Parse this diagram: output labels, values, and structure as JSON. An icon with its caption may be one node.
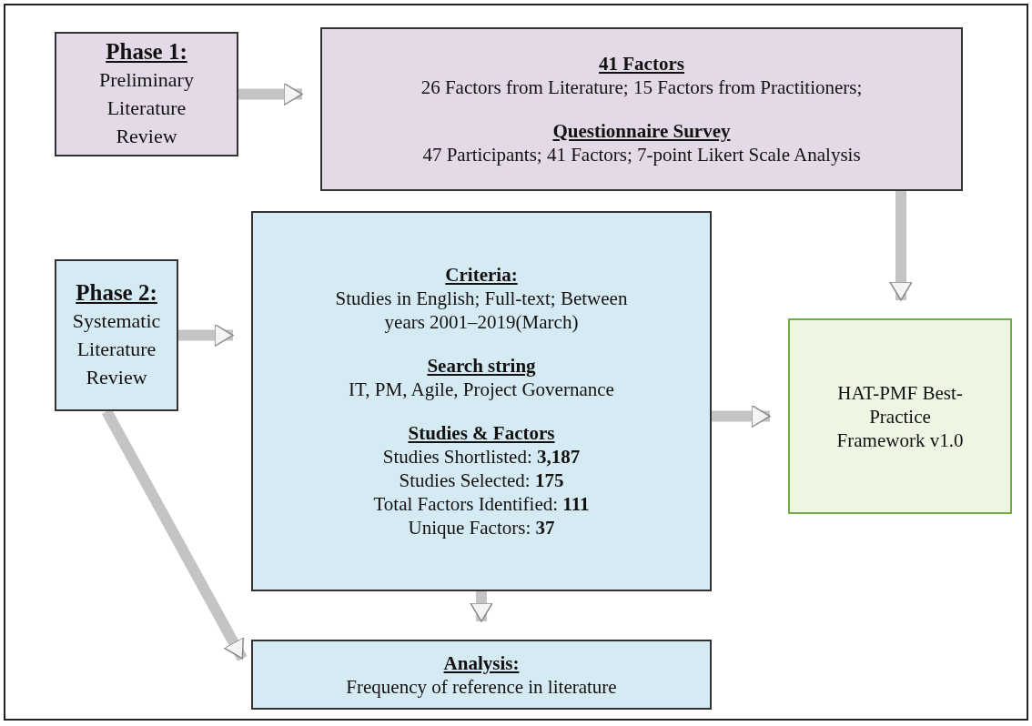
{
  "diagram": {
    "nodes": [
      {
        "text": [
          "Phase 1:",
          "Preliminary Literature Review"
        ]
      },
      {
        "text": [
          "41 Factors",
          "26 Factors from Literature; 15 Factors from Practitioners;",
          "Questionnaire Survey",
          "47 Participants; 41 Factors; 7-point Likert Scale Analysis"
        ]
      },
      {
        "text": [
          "Phase 2:",
          "Systematic Literature Review"
        ]
      },
      {
        "text": [
          "Criteria:",
          "Studies in English; Full-text; Between years 2001–2019(March)",
          "Search string",
          "IT, PM, Agile, Project Governance",
          "Studies & Factors",
          "Studies Shortlisted: **3,187**",
          "Studies Selected: **175**",
          "Total Factors Identified: **111**",
          "Unique Factors: **37**"
        ]
      },
      {
        "text": [
          "HAT-PMF Best-Practice Framework v1.0"
        ]
      },
      {
        "text": [
          "Analysis:",
          "Frequency of reference in literature"
        ]
      }
    ],
    "edges": [
      {
        "from": 0,
        "to": 1,
        "arrow": "to"
      },
      {
        "from": 1,
        "to": 4,
        "arrow": "to"
      },
      {
        "from": 2,
        "to": 3,
        "arrow": "to"
      },
      {
        "from": 3,
        "to": 4,
        "arrow": "to"
      },
      {
        "from": 3,
        "to": 5,
        "arrow": "to"
      },
      {
        "from": 2,
        "to": 5,
        "arrow": "to"
      }
    ]
  }
}
